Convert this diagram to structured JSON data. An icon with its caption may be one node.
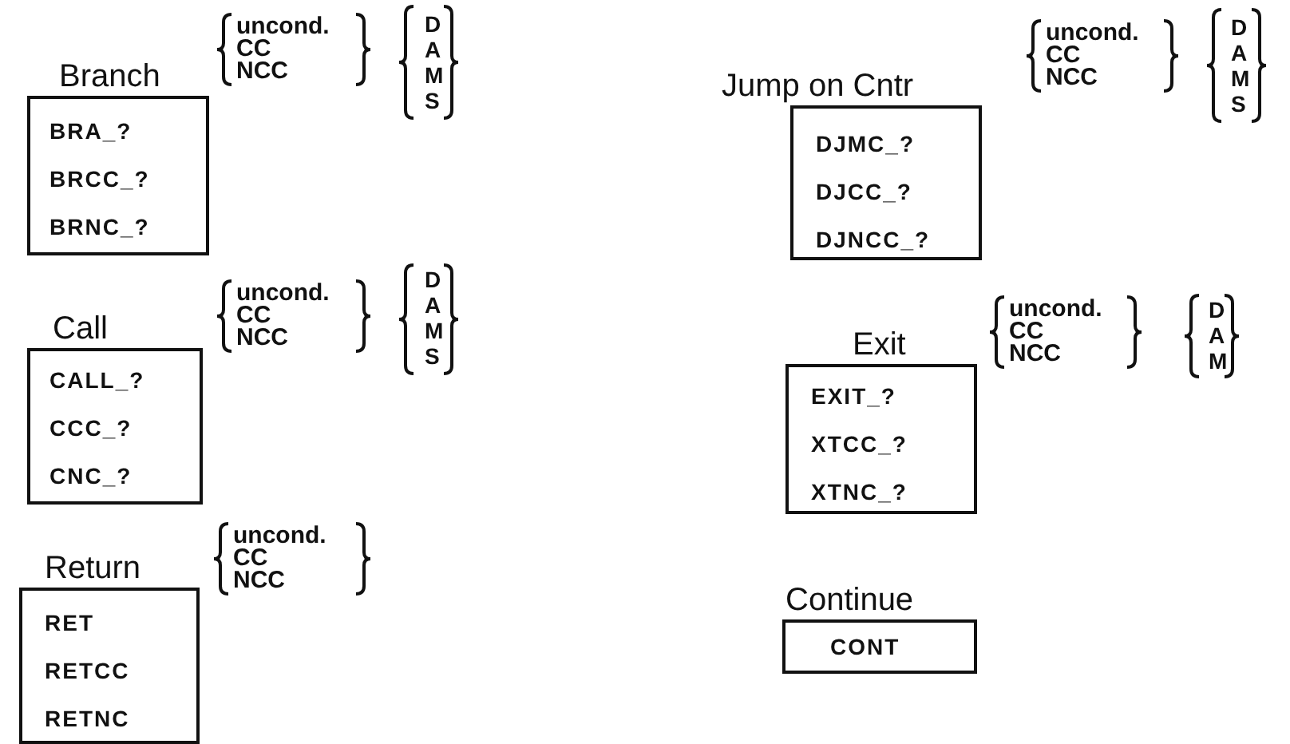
{
  "diagram": {
    "nodes": [
      {
        "text": [
          "Branch",
          "BRA_?",
          "BRCC_?",
          "BRNC_?"
        ]
      },
      {
        "text": [
          "Jump on Cntr",
          "DJMC_?",
          "DJCC_?",
          "DJNCC_?"
        ]
      },
      {
        "text": [
          "Call",
          "CALL_?",
          "CCC_?",
          "CNC_?"
        ]
      },
      {
        "text": [
          "Exit",
          "EXIT_?",
          "XTCC_?",
          "XTNC_?"
        ]
      },
      {
        "text": [
          "Return",
          "RET",
          "RETCC",
          "RETNC"
        ]
      },
      {
        "text": [
          "Continue",
          "CONT"
        ]
      }
    ],
    "labels": [
      "uncond.",
      "CC",
      "NCC",
      "D",
      "A",
      "M",
      "S",
      "uncond.",
      "CC",
      "NCC",
      "D",
      "A",
      "M",
      "S",
      "uncond.",
      "CC",
      "NCC",
      "D",
      "A",
      "M",
      "S",
      "uncond.",
      "CC",
      "NCC",
      "D",
      "A",
      "M",
      "uncond.",
      "CC",
      "NCC"
    ]
  }
}
